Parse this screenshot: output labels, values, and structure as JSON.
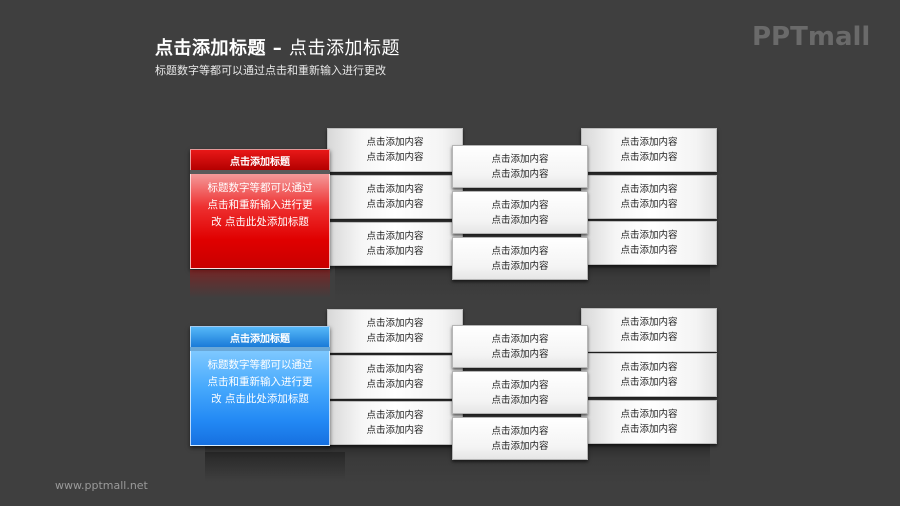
{
  "header": {
    "title_bold": "点击添加标题",
    "title_sep": " – ",
    "title_normal": "点击添加标题",
    "subtitle": "标题数字等都可以通过点击和重新输入进行更改"
  },
  "logo": {
    "text": "PPTmall"
  },
  "footer": {
    "url": "www.pptmall.net"
  },
  "colors": {
    "background": "#3f3f3f",
    "red_accent": "#e00000",
    "blue_accent": "#2288f4"
  },
  "groups": [
    {
      "color": "red",
      "panel_title": "点击添加标题",
      "panel_body": "标题数字等都可以通过点击和重新输入进行更改 点击此处添加标题",
      "left_cards": [
        {
          "line1": "点击添加内容",
          "line2": "点击添加内容"
        },
        {
          "line1": "点击添加内容",
          "line2": "点击添加内容"
        },
        {
          "line1": "点击添加内容",
          "line2": "点击添加内容"
        }
      ],
      "mid_cards": [
        {
          "line1": "点击添加内容",
          "line2": "点击添加内容"
        },
        {
          "line1": "点击添加内容",
          "line2": "点击添加内容"
        },
        {
          "line1": "点击添加内容",
          "line2": "点击添加内容"
        }
      ],
      "right_cards": [
        {
          "line1": "点击添加内容",
          "line2": "点击添加内容"
        },
        {
          "line1": "点击添加内容",
          "line2": "点击添加内容"
        },
        {
          "line1": "点击添加内容",
          "line2": "点击添加内容"
        }
      ]
    },
    {
      "color": "blue",
      "panel_title": "点击添加标题",
      "panel_body": "标题数字等都可以通过点击和重新输入进行更改 点击此处添加标题",
      "left_cards": [
        {
          "line1": "点击添加内容",
          "line2": "点击添加内容"
        },
        {
          "line1": "点击添加内容",
          "line2": "点击添加内容"
        },
        {
          "line1": "点击添加内容",
          "line2": "点击添加内容"
        }
      ],
      "mid_cards": [
        {
          "line1": "点击添加内容",
          "line2": "点击添加内容"
        },
        {
          "line1": "点击添加内容",
          "line2": "点击添加内容"
        },
        {
          "line1": "点击添加内容",
          "line2": "点击添加内容"
        }
      ],
      "right_cards": [
        {
          "line1": "点击添加内容",
          "line2": "点击添加内容"
        },
        {
          "line1": "点击添加内容",
          "line2": "点击添加内容"
        },
        {
          "line1": "点击添加内容",
          "line2": "点击添加内容"
        }
      ]
    }
  ]
}
